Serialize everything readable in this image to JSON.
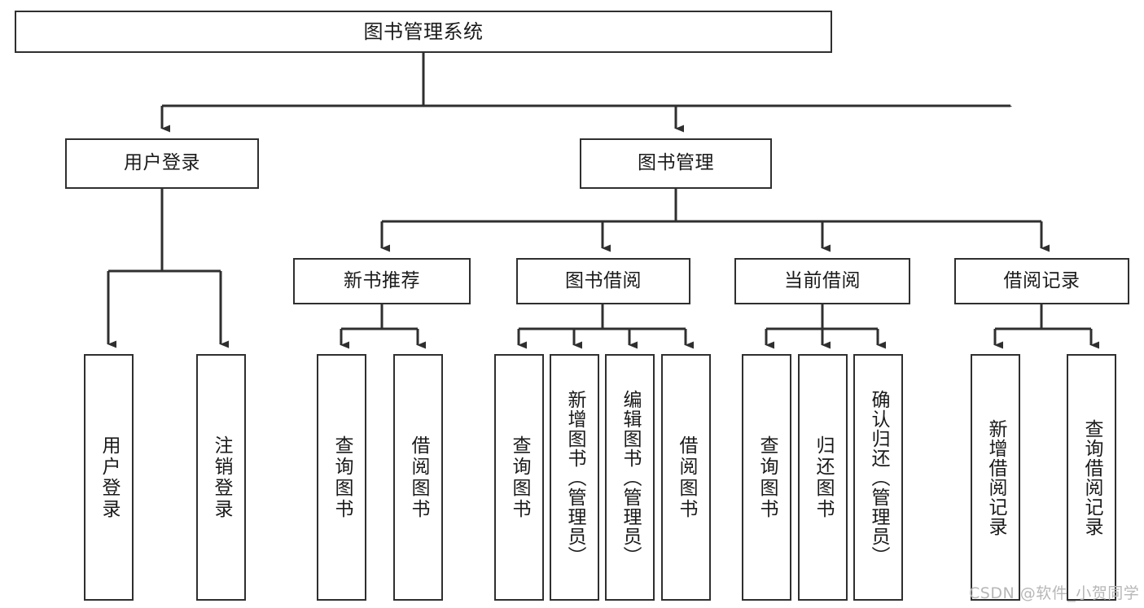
{
  "diagram": {
    "type": "tree-hierarchy-chart",
    "title": "图书管理系统",
    "orientation": "top-down",
    "style": {
      "box_border_color": "#2f2f2f",
      "box_fill_color": "#ffffff",
      "edge_color": "#2f2f2f",
      "text_color": "#1a1a1a",
      "background_color": "#ffffff",
      "watermark_color": "#b7b7b7"
    },
    "nodes": {
      "root": {
        "label": "图书管理系统",
        "level": 0
      },
      "user_login": {
        "label": "用户登录",
        "level": 1
      },
      "book_manage": {
        "label": "图书管理",
        "level": 1
      },
      "new_book_rec": {
        "label": "新书推荐",
        "level": 2
      },
      "book_borrow": {
        "label": "图书借阅",
        "level": 2
      },
      "current_borrow": {
        "label": "当前借阅",
        "level": 2
      },
      "borrow_record": {
        "label": "借阅记录",
        "level": 2
      },
      "leaf_user_login": {
        "label": "用户登录",
        "level": 2
      },
      "leaf_logout": {
        "label": "注销登录",
        "level": 2
      },
      "leaf_query_book_1": {
        "label": "查询图书",
        "level": 3
      },
      "leaf_borrow_book_1": {
        "label": "借阅图书",
        "level": 3
      },
      "leaf_query_book_2": {
        "label": "查询图书",
        "level": 3
      },
      "leaf_add_book": {
        "label": "新增图书（管理员）",
        "level": 3
      },
      "leaf_edit_book": {
        "label": "编辑图书（管理员）",
        "level": 3
      },
      "leaf_borrow_book_2": {
        "label": "借阅图书",
        "level": 3
      },
      "leaf_query_book_3": {
        "label": "查询图书",
        "level": 3
      },
      "leaf_return_book": {
        "label": "归还图书",
        "level": 3
      },
      "leaf_confirm_return": {
        "label": "确认归还（管理员）",
        "level": 3
      },
      "leaf_add_record": {
        "label": "新增借阅记录",
        "level": 3
      },
      "leaf_query_record": {
        "label": "查询借阅记录",
        "level": 3
      }
    },
    "edges": [
      {
        "from": "root",
        "to": "user_login"
      },
      {
        "from": "root",
        "to": "book_manage"
      },
      {
        "from": "user_login",
        "to": "leaf_user_login"
      },
      {
        "from": "user_login",
        "to": "leaf_logout"
      },
      {
        "from": "book_manage",
        "to": "new_book_rec"
      },
      {
        "from": "book_manage",
        "to": "book_borrow"
      },
      {
        "from": "book_manage",
        "to": "current_borrow"
      },
      {
        "from": "book_manage",
        "to": "borrow_record"
      },
      {
        "from": "new_book_rec",
        "to": "leaf_query_book_1"
      },
      {
        "from": "new_book_rec",
        "to": "leaf_borrow_book_1"
      },
      {
        "from": "book_borrow",
        "to": "leaf_query_book_2"
      },
      {
        "from": "book_borrow",
        "to": "leaf_add_book"
      },
      {
        "from": "book_borrow",
        "to": "leaf_edit_book"
      },
      {
        "from": "book_borrow",
        "to": "leaf_borrow_book_2"
      },
      {
        "from": "current_borrow",
        "to": "leaf_query_book_3"
      },
      {
        "from": "current_borrow",
        "to": "leaf_return_book"
      },
      {
        "from": "current_borrow",
        "to": "leaf_confirm_return"
      },
      {
        "from": "borrow_record",
        "to": "leaf_add_record"
      },
      {
        "from": "borrow_record",
        "to": "leaf_query_record"
      }
    ]
  },
  "watermark": {
    "text": "CSDN @软件_小贺同学"
  }
}
